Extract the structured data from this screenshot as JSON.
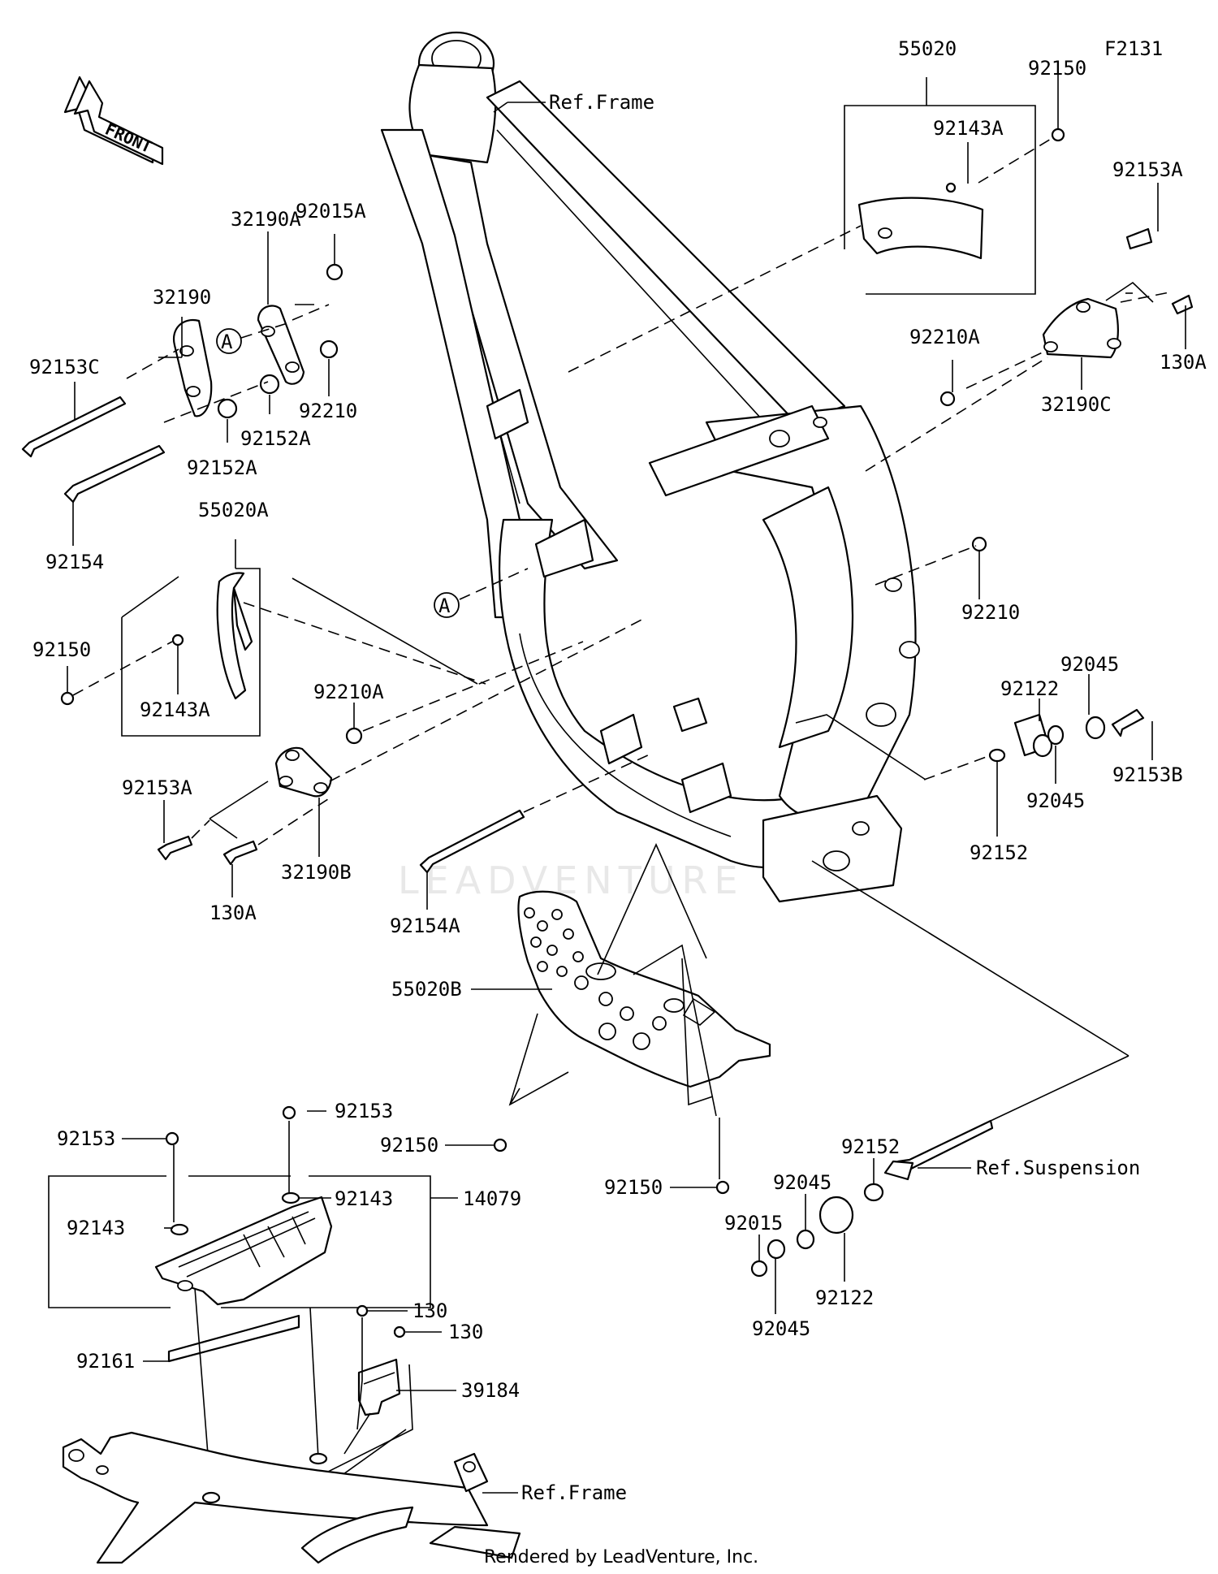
{
  "figure_code": "F2131",
  "front_arrow": "FRONT",
  "circle_marker": "A",
  "watermark": "LEADVENTURE",
  "caption": "Rendered by LeadVenture, Inc.",
  "icons": [
    "front-arrow-icon",
    "circle-a-icon"
  ],
  "callouts": [
    "55020",
    "92150",
    "92143A",
    "92153A",
    "130A",
    "92210A",
    "32190C",
    "Ref.Frame",
    "92015A",
    "32190A",
    "32190",
    "92153C",
    "92210",
    "92152A",
    "92152A",
    "92154",
    "55020A",
    "92150",
    "92143A",
    "92210A",
    "92153A",
    "32190B",
    "130A",
    "92154A",
    "55020B",
    "92210",
    "92122",
    "92045",
    "92153B",
    "92045",
    "92152",
    "92153",
    "92153",
    "92143",
    "14079",
    "92143",
    "92150",
    "92150",
    "92152",
    "92045",
    "Ref.Suspension",
    "92015",
    "92122",
    "92045",
    "130",
    "130",
    "92161",
    "39184",
    "Ref.Frame"
  ]
}
